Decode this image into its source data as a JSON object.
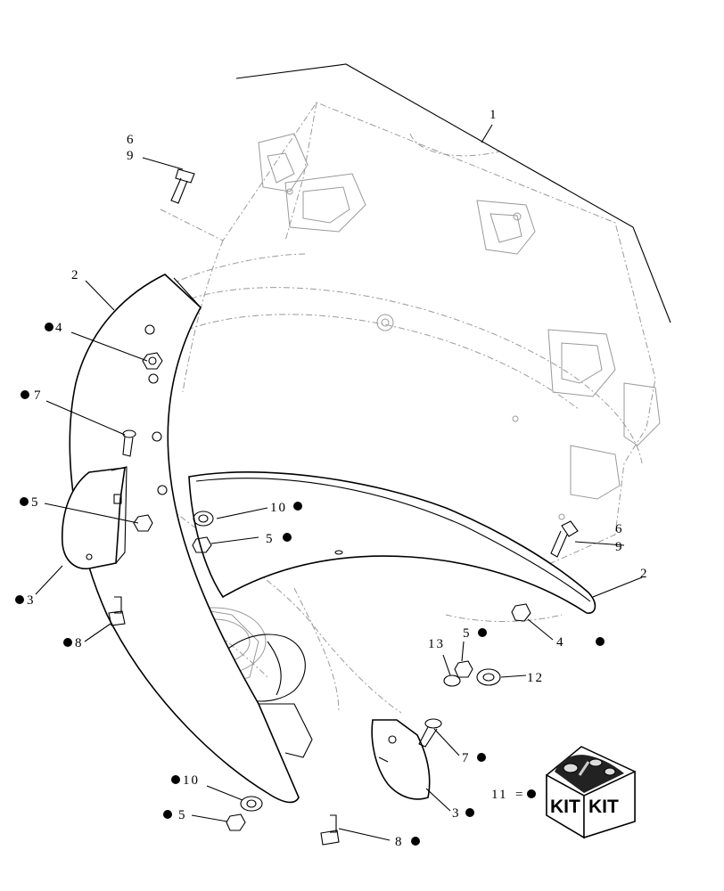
{
  "diagram": {
    "callouts": {
      "c1": "1",
      "c2_left": "2",
      "c2_right": "2",
      "c3_left": "3",
      "c3_right": "3",
      "c4_left": "4",
      "c4_right": "4",
      "c5_a": "5",
      "c5_b": "5",
      "c5_c": "5",
      "c5_d": "5",
      "c6_top": "6",
      "c9_top": "9",
      "c6_right": "6",
      "c9_right": "9",
      "c7_left": "7",
      "c7_right": "7",
      "c8_left": "8",
      "c8_right": "8",
      "c10_a": "10",
      "c10_b": "10",
      "c11": "11",
      "c11_eq": "=",
      "c12": "12",
      "c13": "13"
    },
    "kit_box": {
      "label_left": "KIT",
      "label_right": "KIT"
    }
  }
}
